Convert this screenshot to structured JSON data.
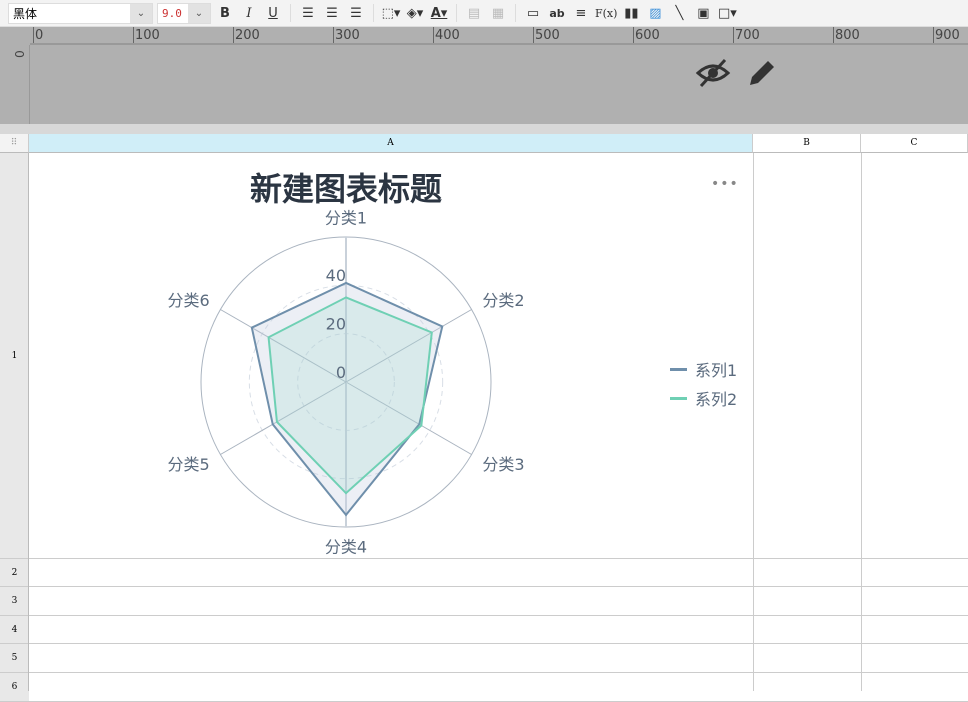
{
  "toolbar": {
    "font": "黑体",
    "size": "9.0",
    "bold": "B",
    "italic": "I",
    "underline": "U",
    "text_format": "ab",
    "formula": "F(x)"
  },
  "ruler": {
    "h_ticks": [
      "0",
      "100",
      "200",
      "300",
      "400",
      "500",
      "600",
      "700",
      "800",
      "900"
    ],
    "v_tick": "0"
  },
  "columns": [
    "A",
    "B",
    "C"
  ],
  "rows": [
    "1",
    "2",
    "3",
    "4",
    "5",
    "6"
  ],
  "chart": {
    "more_label": "•••"
  },
  "chart_data": {
    "type": "radar",
    "title": "新建图表标题",
    "categories": [
      "分类1",
      "分类2",
      "分类3",
      "分类4",
      "分类5",
      "分类6"
    ],
    "radial_ticks": [
      "0",
      "20",
      "40"
    ],
    "range": [
      0,
      60
    ],
    "series": [
      {
        "name": "系列1",
        "color": "#6f8fab",
        "values": [
          41,
          46,
          35,
          55,
          35,
          45
        ]
      },
      {
        "name": "系列2",
        "color": "#6fd0b4",
        "values": [
          35,
          41,
          36,
          46,
          33,
          37
        ]
      }
    ],
    "legend_position": "right"
  }
}
